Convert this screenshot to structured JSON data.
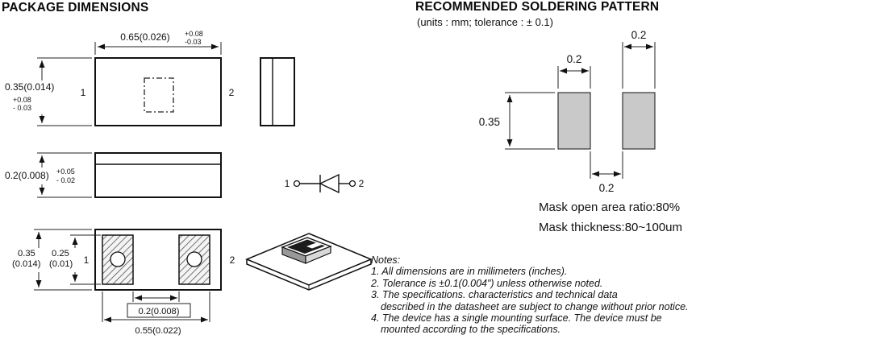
{
  "headings": {
    "package": "PACKAGE DIMENSIONS",
    "soldering": "RECOMMENDED SOLDERING PATTERN",
    "soldering_units": "(units : mm; tolerance : ± 0.1)"
  },
  "top_view": {
    "width": "0.65(0.026)",
    "width_tol_plus": "+0.08",
    "width_tol_minus": "-0.03",
    "height": "0.35(0.014)",
    "height_tol_plus": "+0.08",
    "height_tol_minus": "- 0.03",
    "pin1": "1",
    "pin2": "2"
  },
  "side_view": {
    "thickness": "0.2(0.008)",
    "tol_plus": "+0.05",
    "tol_minus": "- 0.02"
  },
  "bottom_view": {
    "height": "0.35",
    "height_inch": "(0.014)",
    "pad_height": "0.25",
    "pad_height_inch": "(0.01)",
    "pin1": "1",
    "pin2": "2",
    "pad_gap": "0.2(0.008)",
    "overall_width": "0.55(0.022)"
  },
  "schematic": {
    "pin1": "1",
    "pin2": "2"
  },
  "soldering": {
    "pad_width_right": "0.2",
    "pad_width_left": "0.2",
    "pad_height": "0.35",
    "pad_gap": "0.2",
    "mask_ratio": "Mask open area ratio:80%",
    "mask_thickness": "Mask thickness:80~100um"
  },
  "notes": {
    "title": "Notes:",
    "line1": "1. All dimensions are in millimeters (inches).",
    "line2": "2. Tolerance is ±0.1(0.004\") unless otherwise noted.",
    "line3a": "3. The specifications. characteristics and technical data",
    "line3b": "described in the datasheet are subject to change without prior notice.",
    "line4a": "4. The device has a single mounting surface. The device must be",
    "line4b": "mounted according to the specifications."
  }
}
